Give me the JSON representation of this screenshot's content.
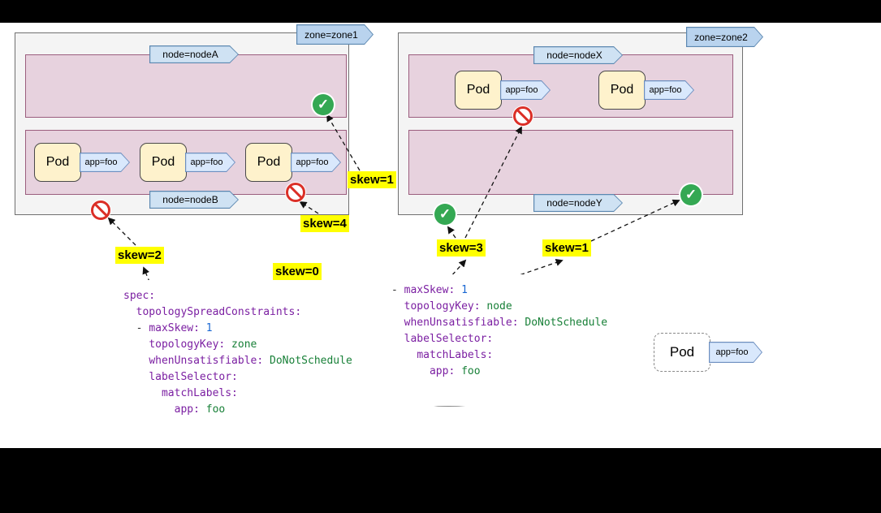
{
  "zones": {
    "zone1": {
      "label": "zone=zone1",
      "nodeA": {
        "label": "node=nodeA"
      },
      "nodeB": {
        "label": "node=nodeB",
        "pods": [
          {
            "name": "Pod",
            "tag": "app=foo"
          },
          {
            "name": "Pod",
            "tag": "app=foo"
          },
          {
            "name": "Pod",
            "tag": "app=foo"
          }
        ]
      }
    },
    "zone2": {
      "label": "zone=zone2",
      "nodeX": {
        "label": "node=nodeX",
        "pods": [
          {
            "name": "Pod",
            "tag": "app=foo"
          },
          {
            "name": "Pod",
            "tag": "app=foo"
          }
        ]
      },
      "nodeY": {
        "label": "node=nodeY"
      }
    }
  },
  "skew_labels": {
    "zone1_check": "skew=1",
    "zone1_prohibit_right": "skew=4",
    "zone1_prohibit_left": "skew=2",
    "zone1_mid": "skew=0",
    "zone2_check_left": "skew=3",
    "zone2_check_right": "skew=1"
  },
  "incoming_pod": {
    "name": "Pod",
    "tag": "app=foo"
  },
  "icons": {
    "check": "✓"
  },
  "code_blocks": [
    {
      "lines": [
        {
          "pre": "",
          "key": "spec:",
          "val": ""
        },
        {
          "pre": "  ",
          "key": "topologySpreadConstraints:",
          "val": ""
        },
        {
          "pre": "  - ",
          "key": "maxSkew:",
          "val": " 1"
        },
        {
          "pre": "    ",
          "key": "topologyKey:",
          "val": " zone"
        },
        {
          "pre": "    ",
          "key": "whenUnsatisfiable:",
          "val": " DoNotSchedule"
        },
        {
          "pre": "    ",
          "key": "labelSelector:",
          "val": ""
        },
        {
          "pre": "      ",
          "key": "matchLabels:",
          "val": ""
        },
        {
          "pre": "        ",
          "key": "app:",
          "val": " foo"
        }
      ]
    },
    {
      "lines": [
        {
          "pre": "- ",
          "key": "maxSkew:",
          "val": " 1"
        },
        {
          "pre": "  ",
          "key": "topologyKey:",
          "val": " node"
        },
        {
          "pre": "  ",
          "key": "whenUnsatisfiable:",
          "val": " DoNotSchedule"
        },
        {
          "pre": "  ",
          "key": "labelSelector:",
          "val": ""
        },
        {
          "pre": "    ",
          "key": "matchLabels:",
          "val": ""
        },
        {
          "pre": "      ",
          "key": "app:",
          "val": " foo"
        }
      ]
    }
  ],
  "colors": {
    "highlight_yellow": "#ffff00",
    "node_fill": "#e7d2de",
    "node_border": "#9b5e7e",
    "pod_fill": "#fef2cc",
    "tag_fill": "#cfe2f3",
    "tag_border": "#5b87b0",
    "check_green": "#34a853",
    "prohibit_red": "#db2f27",
    "yaml_key": "#7b1fa2",
    "yaml_value": "#188038",
    "yaml_number": "#1967d2"
  }
}
